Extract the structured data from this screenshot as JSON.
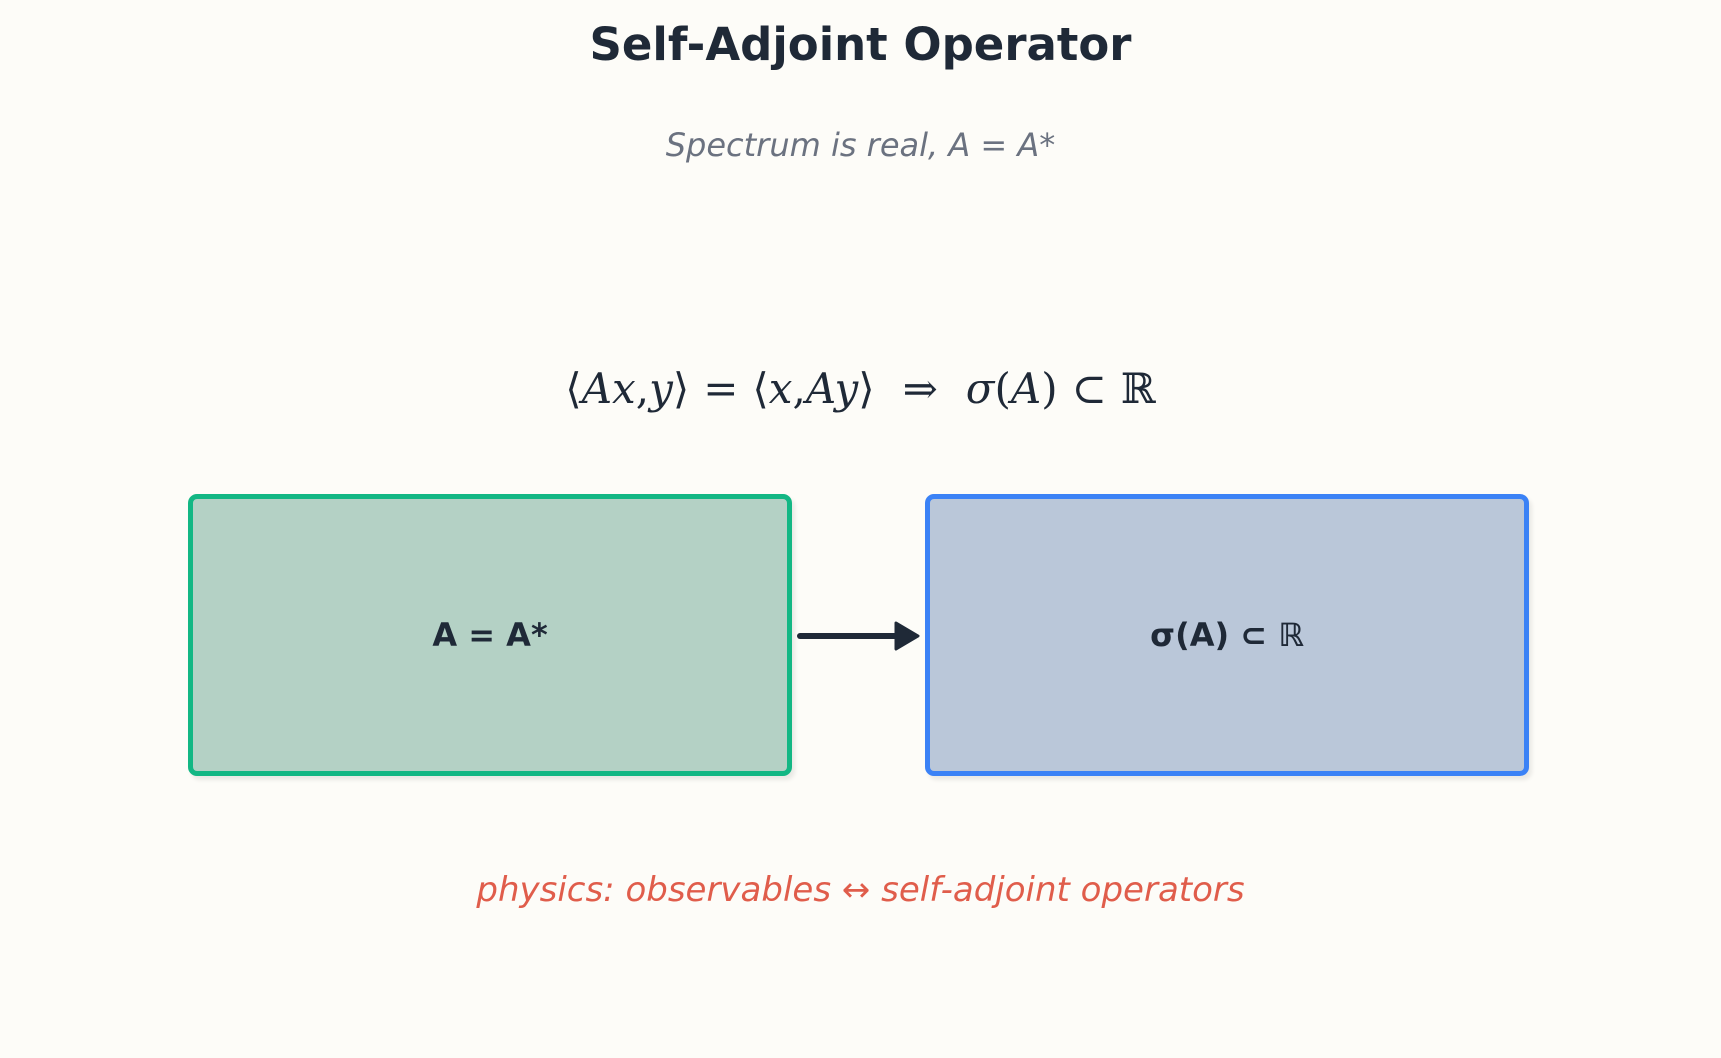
{
  "title": "Self-Adjoint Operator",
  "subtitle": "Spectrum is real, A = A*",
  "formula": {
    "lhs_open": "⟨",
    "lhs_A": "Ax",
    "lhs_comma": ",",
    "lhs_y": "y",
    "lhs_close": "⟩",
    "equals": "=",
    "rhs_open": "⟨",
    "rhs_x": "x",
    "rhs_comma": ",",
    "rhs_Ay": "Ay",
    "rhs_close": "⟩",
    "implies": "⇒",
    "sigma": "σ",
    "paren_open": "(",
    "A": "A",
    "paren_close": ")",
    "subset": "⊂",
    "reals": "ℝ"
  },
  "boxes": {
    "left": {
      "label": "A = A*",
      "fill": "#b4d1c5",
      "border": "#13b784"
    },
    "right": {
      "label": "σ(A) ⊂ ℝ",
      "fill": "#bac7d9",
      "border": "#3b82f6"
    }
  },
  "arrow_color": "#1f2937",
  "caption": "physics: observables ↔ self-adjoint operators",
  "colors": {
    "background": "#fdfcf8",
    "title": "#1f2937",
    "subtitle": "#6b7280",
    "caption": "#e05d4b"
  }
}
